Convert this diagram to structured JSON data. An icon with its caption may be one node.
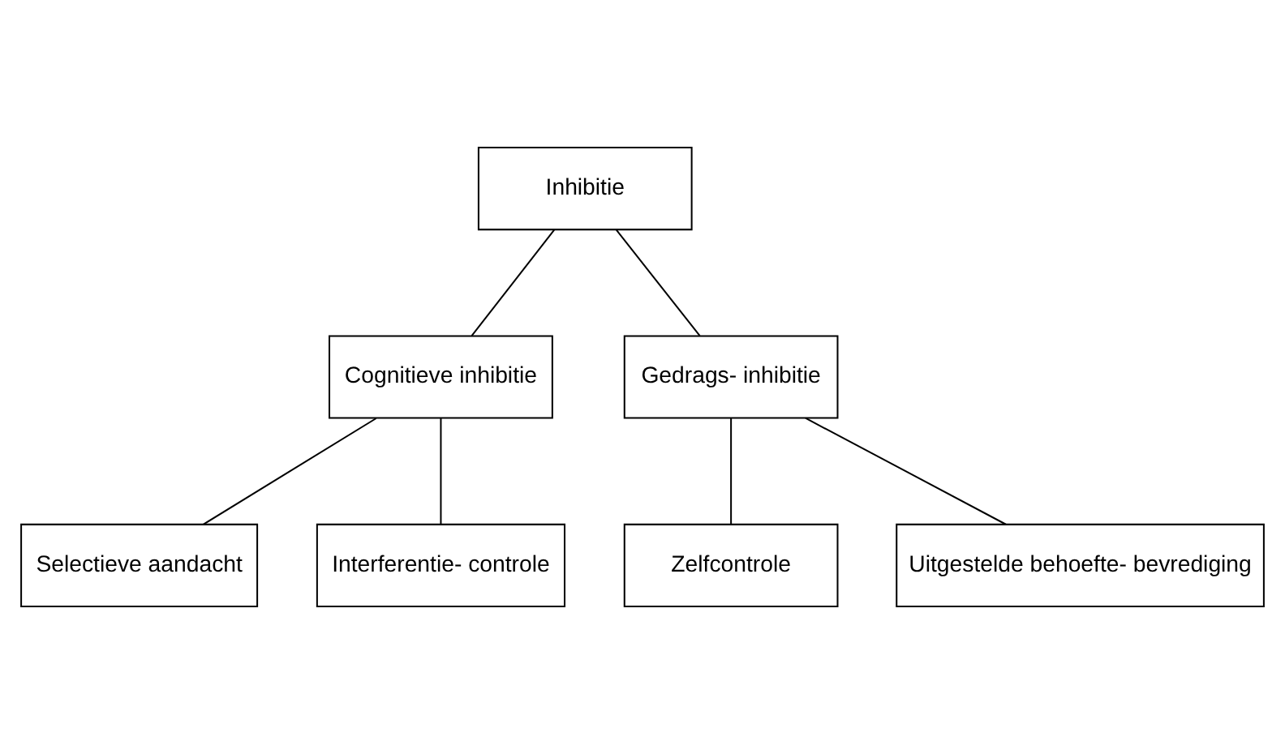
{
  "diagram": {
    "nodes": [
      {
        "text": [
          "Inhibitie"
        ]
      },
      {
        "text": [
          "Cognitieve inhibitie"
        ]
      },
      {
        "text": [
          "Gedrags- inhibitie"
        ]
      },
      {
        "text": [
          "Selectieve aandacht"
        ]
      },
      {
        "text": [
          "Interferentie- controle"
        ]
      },
      {
        "text": [
          "Zelfcontrole"
        ]
      },
      {
        "text": [
          "Uitgestelde behoefte- bevrediging"
        ]
      }
    ],
    "edges": [
      {
        "from": 0,
        "to": 1,
        "arrow": "none"
      },
      {
        "from": 0,
        "to": 2,
        "arrow": "none"
      },
      {
        "from": 1,
        "to": 3,
        "arrow": "none"
      },
      {
        "from": 1,
        "to": 4,
        "arrow": "none"
      },
      {
        "from": 2,
        "to": 5,
        "arrow": "none"
      },
      {
        "from": 2,
        "to": 6,
        "arrow": "none"
      }
    ]
  }
}
